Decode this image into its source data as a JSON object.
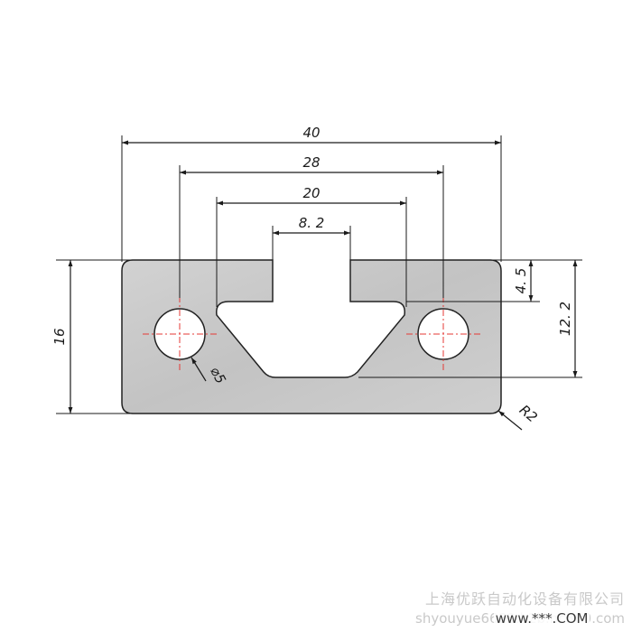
{
  "drawing": {
    "dimensions": {
      "overall_width": "40",
      "hole_spacing": "28",
      "slot_inner_width": "20",
      "slot_opening": "8. 2",
      "overall_height": "16",
      "lip_thickness": "4. 5",
      "slot_depth": "12. 2",
      "hole_diameter": "⌀5",
      "corner_radius": "R2"
    },
    "colors": {
      "profile_fill": "#c8c8c8",
      "profile_stroke": "#222222",
      "center_lines": "#e53935",
      "dimension_lines": "#1a1a1a"
    }
  },
  "watermark": {
    "company": "上海优跃自动化设备有限公司",
    "url": "shyouyue6688.b2b.hc360.com",
    "overlay": "www.***.COM"
  }
}
